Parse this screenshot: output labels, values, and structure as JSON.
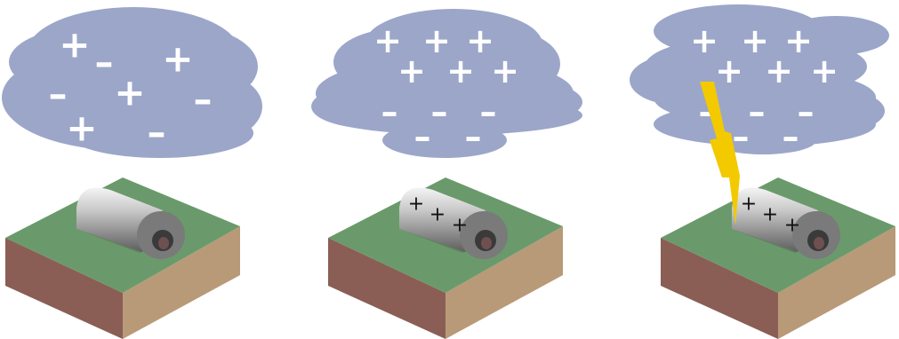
{
  "colors": {
    "cloud": "#9ba6c9",
    "grass": "#6a9a6b",
    "soil_left": "#8a5e55",
    "soil_right": "#b89a78",
    "bolt": "#f3c900",
    "charge_light": "#ffffff",
    "charge_dark": "#111111"
  },
  "glyphs": {
    "plus": "+",
    "minus": "–"
  },
  "panels": [
    {
      "stage": "neutral-cloud",
      "cloud_charges": "mixed",
      "shelter_charges": 0,
      "lightning": false
    },
    {
      "stage": "polarized-cloud",
      "cloud_charges": "separated",
      "shelter_charges": 3,
      "lightning": false
    },
    {
      "stage": "lightning-strike",
      "cloud_charges": "separated",
      "shelter_charges": 3,
      "lightning": true
    }
  ],
  "icons": [
    "cloud-icon",
    "ground-block-icon",
    "quonset-shelter-icon",
    "lightning-bolt-icon"
  ]
}
